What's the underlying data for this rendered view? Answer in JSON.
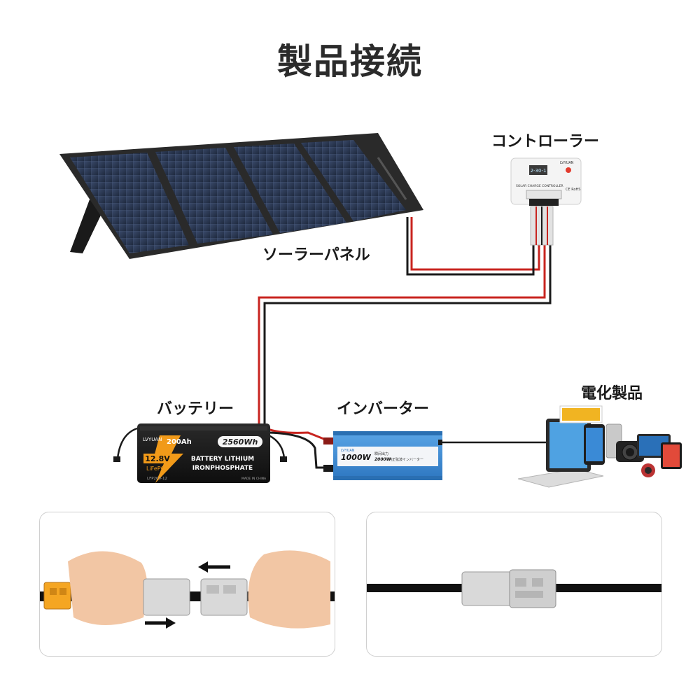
{
  "title": "製品接続",
  "labels": {
    "solar_panel": "ソーラーパネル",
    "controller": "コントローラー",
    "battery": "バッテリー",
    "inverter": "インバーター",
    "appliances": "電化製品"
  },
  "controller": {
    "brand": "LVYUAN",
    "line": "SOLAR CHARGE CONTROLLER",
    "display": "2-30-1",
    "cert": "CE RoHS"
  },
  "battery": {
    "brand": "LVYUAN",
    "capacity_ah": "200Ah",
    "energy": "2560Wh",
    "voltage": "12.8V",
    "chemistry": "LiFePO4",
    "type_line1": "BATTERY LITHIUM",
    "type_line2": "IRONPHOSPHATE",
    "model": "LFP200-12",
    "origin": "MADE IN CHINA"
  },
  "inverter": {
    "brand": "LVYUAN",
    "rated": "1000W",
    "peak": "2000W",
    "peak_label": "瞬间出力",
    "name": "純正弦波インバーター"
  },
  "colors": {
    "wire_red": "#c8241f",
    "wire_black": "#1a1a1a",
    "inverter_blue": "#3d8fd6",
    "battery_orange": "#f19a19"
  }
}
